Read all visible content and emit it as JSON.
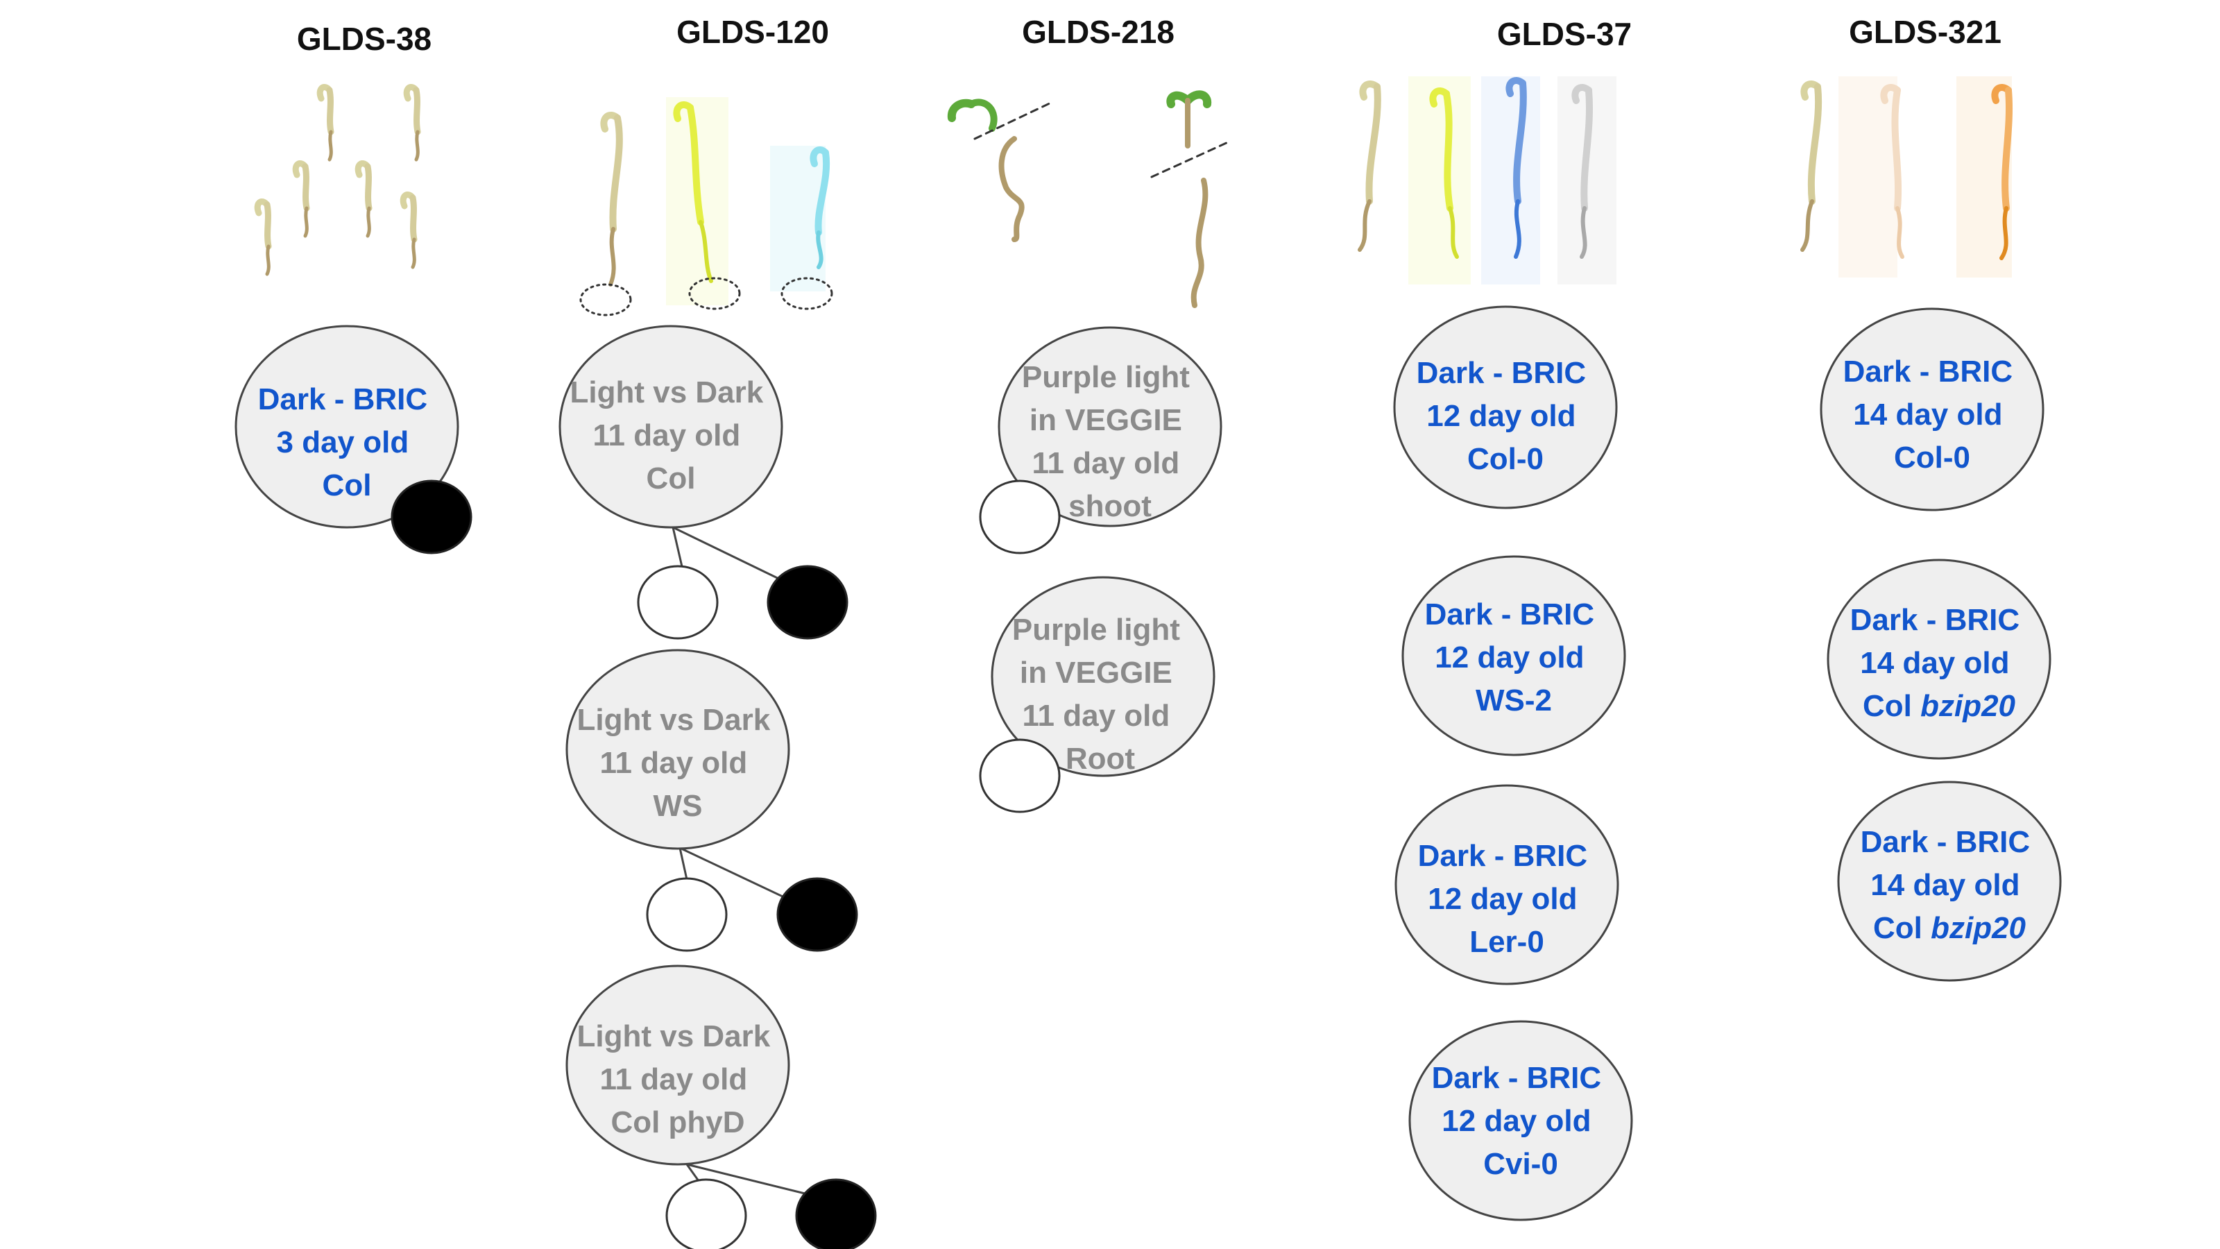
{
  "colors": {
    "label_blue": "#1155cc",
    "label_grey": "#8a8a8a",
    "bubble_fill": "#efefef",
    "bubble_stroke": "#444444",
    "heading": "#111111",
    "seedling_tan": "#c8bd93",
    "seedling_stem": "#b09a6a",
    "seedling_yellow": "#e4ef44",
    "seedling_cyan": "#8fe0ee",
    "seedling_blue": "#6f9be0",
    "seedling_grey": "#c9c9c9",
    "seedling_peach": "#f3dcc4",
    "seedling_orange": "#f2a24a",
    "cotyledon_green": "#5daa3a"
  },
  "columns": [
    {
      "heading": "GLDS-38",
      "bubbles": [
        {
          "lines": [
            "Dark - BRIC",
            "3 day old",
            "Col"
          ],
          "style": "blue"
        }
      ]
    },
    {
      "heading": "GLDS-120",
      "bubbles": [
        {
          "lines": [
            "Light vs Dark",
            "11 day old",
            "Col"
          ],
          "style": "grey"
        },
        {
          "lines": [
            "Light vs Dark",
            "11 day old",
            "WS"
          ],
          "style": "grey"
        },
        {
          "lines": [
            "Light vs Dark",
            "11 day old",
            "Col phyD"
          ],
          "style": "grey"
        }
      ]
    },
    {
      "heading": "GLDS-218",
      "bubbles": [
        {
          "lines": [
            "Purple light",
            "in VEGGIE",
            "11 day old",
            "shoot"
          ],
          "style": "grey"
        },
        {
          "lines": [
            "Purple light",
            "in VEGGIE",
            "11 day old",
            "Root"
          ],
          "style": "grey"
        }
      ]
    },
    {
      "heading": "GLDS-37",
      "bubbles": [
        {
          "lines": [
            "Dark - BRIC",
            "12 day old",
            "Col-0"
          ],
          "style": "blue"
        },
        {
          "lines": [
            "Dark - BRIC",
            "12 day old",
            "WS-2"
          ],
          "style": "blue"
        },
        {
          "lines": [
            "Dark - BRIC",
            "12 day old",
            "Ler-0"
          ],
          "style": "blue"
        },
        {
          "lines": [
            "Dark - BRIC",
            "12 day old",
            "Cvi-0"
          ],
          "style": "blue"
        }
      ]
    },
    {
      "heading": "GLDS-321",
      "bubbles": [
        {
          "lines": [
            "Dark - BRIC",
            "14 day old",
            "Col-0"
          ],
          "style": "blue"
        },
        {
          "lines": [
            "Dark - BRIC",
            "14 day old",
            "Col bzip20"
          ],
          "style": "blue",
          "italic_suffix": "bzip20"
        },
        {
          "lines": [
            "Dark - BRIC",
            "14 day old",
            "Col bzip20"
          ],
          "style": "blue",
          "italic_suffix": "bzip20"
        }
      ]
    }
  ]
}
